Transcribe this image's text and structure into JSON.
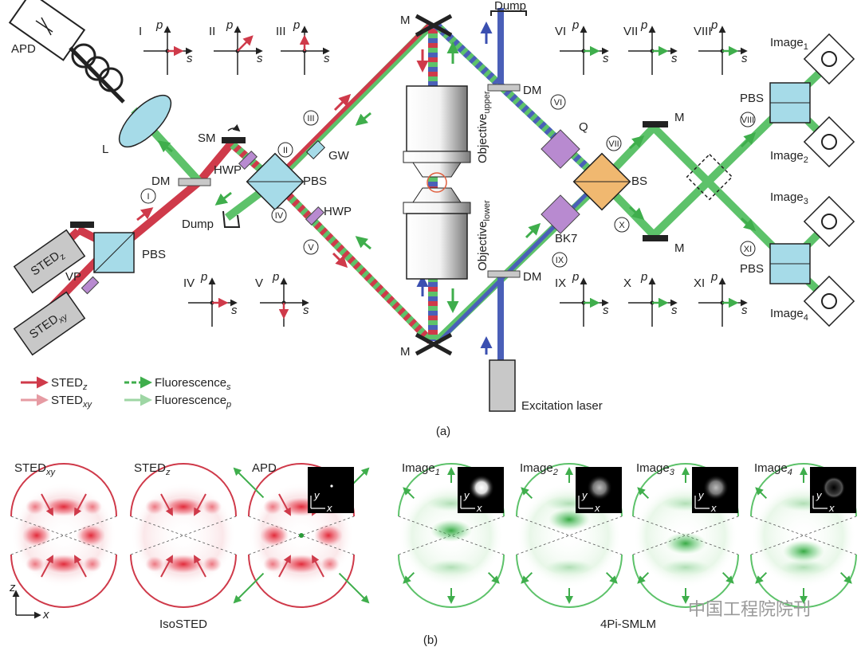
{
  "colors": {
    "sted": "#cf3a4a",
    "fluor": "#5dc26a",
    "blue": "#4a5fb8",
    "pbs": "#a6dbe8",
    "bs": "#f0b870",
    "wave": "#b88ad0",
    "grey": "#c8c8c8"
  },
  "labels": {
    "apd": "APD",
    "l": "L",
    "sm": "SM",
    "dm": "DM",
    "hwp": "HWP",
    "pbs": "PBS",
    "gw": "GW",
    "dump": "Dump",
    "vp": "VP",
    "m": "M",
    "q": "Q",
    "bs": "BS",
    "bk7": "BK7",
    "obj_upper": "Objective",
    "obj_upper_sub": "upper",
    "obj_lower": "Objective",
    "obj_lower_sub": "lower",
    "excitation": "Excitation laser",
    "sted_z": "STED",
    "sted_z_sub": "z",
    "sted_xy": "STED",
    "sted_xy_sub": "xy",
    "image1": "Image",
    "image1_sub": "1",
    "image2": "Image",
    "image2_sub": "2",
    "image3": "Image",
    "image3_sub": "3",
    "image4": "Image",
    "image4_sub": "4",
    "caption_a": "(a)",
    "caption_b": "(b)",
    "isosted": "IsoSTED",
    "smlm": "4Pi-SMLM",
    "watermark": "中国工程院院刊",
    "axis_z": "z",
    "axis_x": "x",
    "axis_y": "y",
    "axis_p": "p",
    "axis_s": "s"
  },
  "markers": [
    "I",
    "II",
    "III",
    "IV",
    "V",
    "VI",
    "VII",
    "VIII",
    "IX",
    "X",
    "XI"
  ],
  "polarization_plots": [
    "I",
    "II",
    "III",
    "IV",
    "V",
    "VI",
    "VII",
    "VIII",
    "IX",
    "X",
    "XI"
  ],
  "legend": {
    "sted_z": "STED",
    "sted_z_sub": "z",
    "sted_xy": "STED",
    "sted_xy_sub": "xy",
    "fl_s": "Fluorescence",
    "fl_s_sub": "s",
    "fl_p": "Fluorescence",
    "fl_p_sub": "p"
  },
  "panel_b": {
    "sted_xy": "STED",
    "sted_xy_sub": "xy",
    "sted_z": "STED",
    "sted_z_sub": "z",
    "apd": "APD",
    "images": [
      {
        "label": "Image",
        "sub": "1"
      },
      {
        "label": "Image",
        "sub": "2"
      },
      {
        "label": "Image",
        "sub": "3"
      },
      {
        "label": "Image",
        "sub": "4"
      }
    ]
  }
}
